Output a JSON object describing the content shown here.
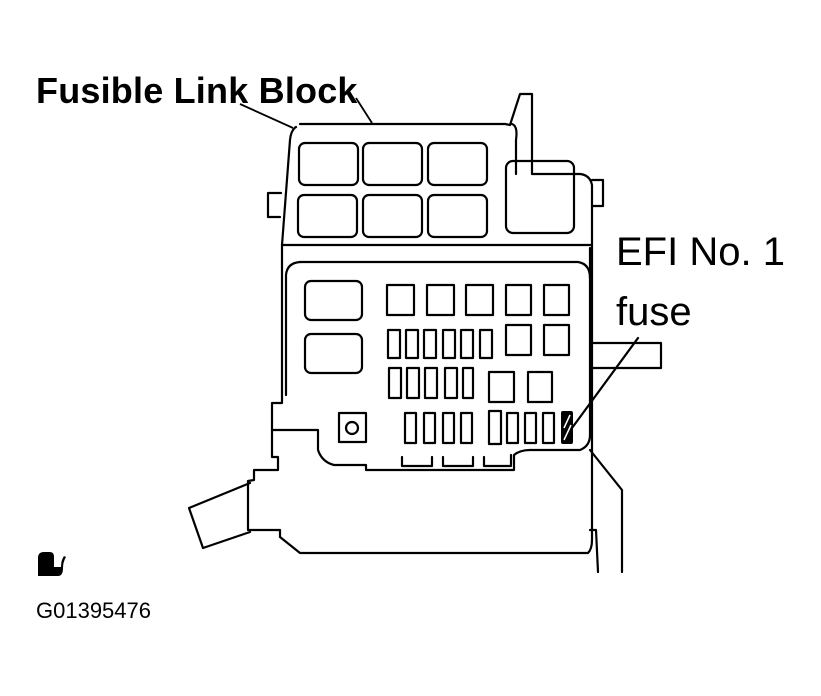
{
  "diagram": {
    "title": "Fusible Link Block",
    "callout_label_line1": "EFI No. 1",
    "callout_label_line2": "fuse",
    "figure_code": "G01395476",
    "icon": "vehicle-seat-icon",
    "colors": {
      "stroke": "#000000",
      "background": "#ffffff",
      "highlight_fuse": "#000000"
    },
    "components": {
      "fusible_link_block": {
        "large_slots": 7,
        "rows": 2
      },
      "junction_block": {
        "relay_large": 2,
        "row1_square_fuses": 5,
        "row2_mini_fuses": 6,
        "row2_square": 2,
        "row3_mini_fuses": 5,
        "row3_square": 2,
        "row4_fuses": 9,
        "bottom_connectors": 3,
        "highlighted_fuse": "EFI No. 1"
      }
    }
  }
}
